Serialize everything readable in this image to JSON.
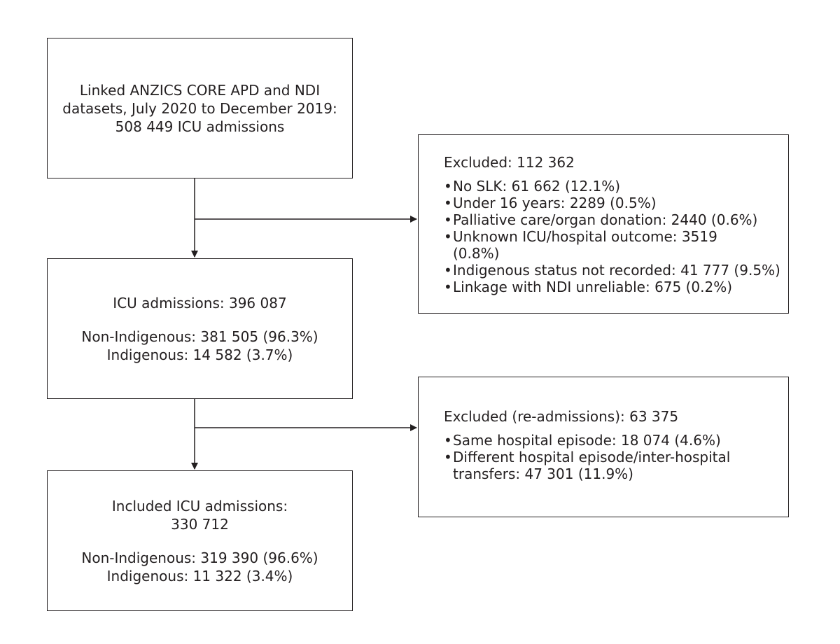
{
  "start": {
    "lines": [
      "Linked ANZICS CORE APD and NDI",
      "datasets, July 2020 to December 2019:",
      "508 449 ICU admissions"
    ]
  },
  "excluded_1": {
    "title": "Excluded: 112 362",
    "items": [
      "No SLK: 61 662 (12.1%)",
      "Under 16 years: 2289 (0.5%)",
      "Palliative care/organ donation: 2440 (0.6%)",
      "Unknown ICU/hospital outcome: 3519 (0.8%)",
      "Indigenous status not recorded: 41 777 (9.5%)",
      "Linkage with NDI unreliable: 675 (0.2%)"
    ]
  },
  "icu": {
    "title": "ICU admissions: 396 087",
    "non_indigenous": "Non-Indigenous: 381 505 (96.3%)",
    "indigenous": "Indigenous: 14 582 (3.7%)"
  },
  "excluded_2": {
    "title": "Excluded (re-admissions): 63 375",
    "items": [
      "Same hospital episode: 18 074 (4.6%)",
      "Different hospital episode/inter-hospital transfers: 47 301 (11.9%)"
    ]
  },
  "included": {
    "title_line1": "Included ICU admissions:",
    "title_line2": "330 712",
    "non_indigenous": "Non-Indigenous: 319 390 (96.6%)",
    "indigenous": "Indigenous: 11 322 (3.4%)"
  },
  "colors": {
    "line": "#231f20",
    "text": "#231f20",
    "background": "#ffffff"
  }
}
